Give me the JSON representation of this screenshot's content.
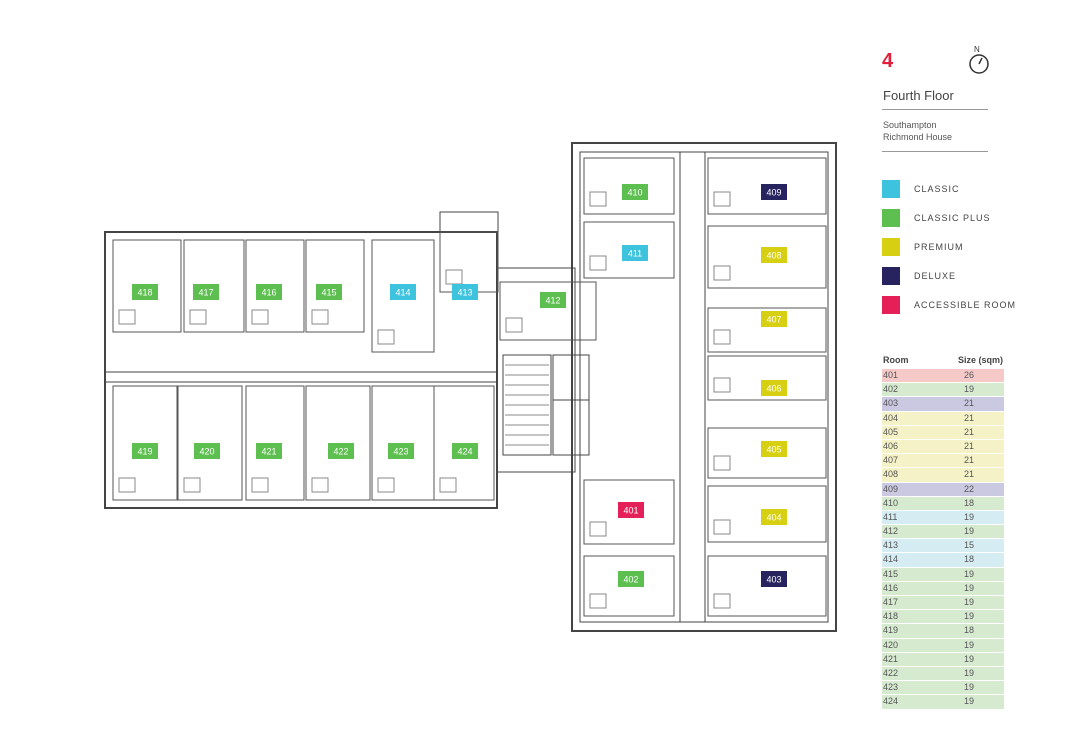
{
  "header": {
    "floor_number": "4",
    "floor_name": "Fourth Floor",
    "building_line1": "Southampton",
    "building_line2": "Richmond House",
    "compass_letter": "N"
  },
  "legend": [
    {
      "label": "CLASSIC",
      "color": "#3ec3df"
    },
    {
      "label": "CLASSIC PLUS",
      "color": "#5cbf4f"
    },
    {
      "label": "PREMIUM",
      "color": "#d6cf12"
    },
    {
      "label": "DELUXE",
      "color": "#27235f"
    },
    {
      "label": "ACCESSIBLE ROOM",
      "color": "#e51f57"
    }
  ],
  "size_table": {
    "col_room": "Room",
    "col_size": "Size (sqm)",
    "rows": [
      {
        "room": "401",
        "size": "26",
        "bg": "#f6c9c9"
      },
      {
        "room": "402",
        "size": "19",
        "bg": "#d6ead0"
      },
      {
        "room": "403",
        "size": "21",
        "bg": "#cbc9e2"
      },
      {
        "room": "404",
        "size": "21",
        "bg": "#f4f2c6"
      },
      {
        "room": "405",
        "size": "21",
        "bg": "#f4f2c6"
      },
      {
        "room": "406",
        "size": "21",
        "bg": "#f4f2c6"
      },
      {
        "room": "407",
        "size": "21",
        "bg": "#f4f2c6"
      },
      {
        "room": "408",
        "size": "21",
        "bg": "#f4f2c6"
      },
      {
        "room": "409",
        "size": "22",
        "bg": "#cbc9e2"
      },
      {
        "room": "410",
        "size": "18",
        "bg": "#d6ead0"
      },
      {
        "room": "411",
        "size": "19",
        "bg": "#d4ecf2"
      },
      {
        "room": "412",
        "size": "19",
        "bg": "#d6ead0"
      },
      {
        "room": "413",
        "size": "15",
        "bg": "#d4ecf2"
      },
      {
        "room": "414",
        "size": "18",
        "bg": "#d4ecf2"
      },
      {
        "room": "415",
        "size": "19",
        "bg": "#d6ead0"
      },
      {
        "room": "416",
        "size": "19",
        "bg": "#d6ead0"
      },
      {
        "room": "417",
        "size": "19",
        "bg": "#d6ead0"
      },
      {
        "room": "418",
        "size": "19",
        "bg": "#d6ead0"
      },
      {
        "room": "419",
        "size": "18",
        "bg": "#d6ead0"
      },
      {
        "room": "420",
        "size": "19",
        "bg": "#d6ead0"
      },
      {
        "room": "421",
        "size": "19",
        "bg": "#d6ead0"
      },
      {
        "room": "422",
        "size": "19",
        "bg": "#d6ead0"
      },
      {
        "room": "423",
        "size": "19",
        "bg": "#d6ead0"
      },
      {
        "room": "424",
        "size": "19",
        "bg": "#d6ead0"
      }
    ]
  },
  "room_labels": [
    {
      "num": "418",
      "type": "classic_plus"
    },
    {
      "num": "417",
      "type": "classic_plus"
    },
    {
      "num": "416",
      "type": "classic_plus"
    },
    {
      "num": "415",
      "type": "classic_plus"
    },
    {
      "num": "414",
      "type": "classic"
    },
    {
      "num": "413",
      "type": "classic"
    },
    {
      "num": "412",
      "type": "classic_plus"
    },
    {
      "num": "419",
      "type": "classic_plus"
    },
    {
      "num": "420",
      "type": "classic_plus"
    },
    {
      "num": "421",
      "type": "classic_plus"
    },
    {
      "num": "422",
      "type": "classic_plus"
    },
    {
      "num": "423",
      "type": "classic_plus"
    },
    {
      "num": "424",
      "type": "classic_plus"
    },
    {
      "num": "410",
      "type": "classic_plus"
    },
    {
      "num": "411",
      "type": "classic"
    },
    {
      "num": "409",
      "type": "deluxe"
    },
    {
      "num": "408",
      "type": "premium"
    },
    {
      "num": "407",
      "type": "premium"
    },
    {
      "num": "406",
      "type": "premium"
    },
    {
      "num": "405",
      "type": "premium"
    },
    {
      "num": "404",
      "type": "premium"
    },
    {
      "num": "401",
      "type": "accessible"
    },
    {
      "num": "402",
      "type": "classic_plus"
    },
    {
      "num": "403",
      "type": "deluxe"
    }
  ],
  "type_colors": {
    "classic": "#3ec3df",
    "classic_plus": "#5cbf4f",
    "premium": "#d6cf12",
    "deluxe": "#27235f",
    "accessible": "#e51f57"
  }
}
